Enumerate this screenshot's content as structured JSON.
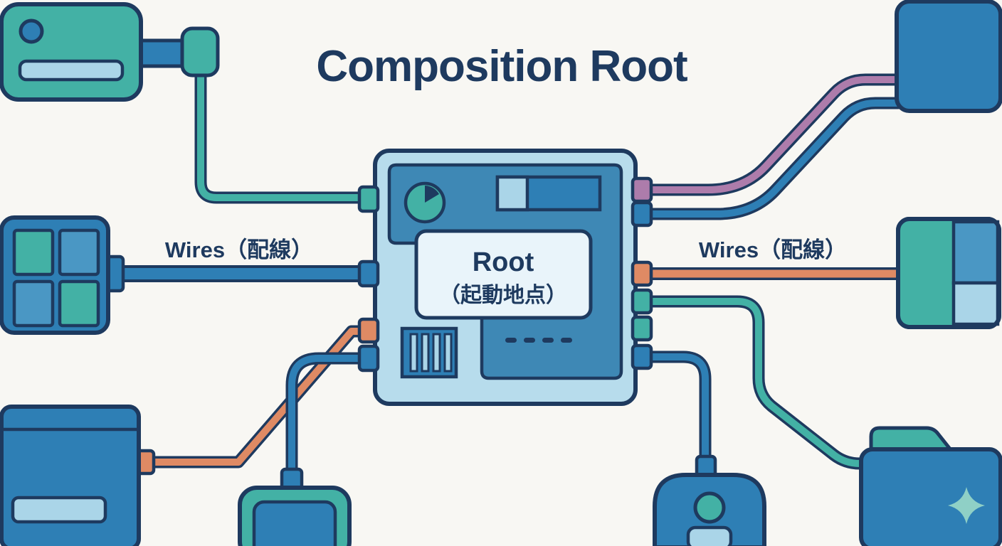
{
  "title": "Composition Root",
  "hub": {
    "root_line1": "Root",
    "root_line2": "（起動地点）"
  },
  "labels": {
    "wires_left": "Wires（配線）",
    "wires_right": "Wires（配線）"
  },
  "icons": {
    "sparkle": "✦",
    "gauge": "gauge-dial",
    "vent": "vent-grille",
    "folder": "folder",
    "person": "user-plug"
  },
  "palette": {
    "bg": "#f8f7f3",
    "ink": "#1e3a5f",
    "teal": "#43b1a5",
    "blue": "#2e7fb5",
    "mid_blue": "#4a97c4",
    "panel_blue": "#3e88b5",
    "light_blue": "#aad5e8",
    "pale": "#e9f4fa",
    "orange": "#df8a64",
    "purple": "#ad7cab",
    "hub_face": "#b7dcec",
    "sparkle": "#8fd0c6"
  }
}
